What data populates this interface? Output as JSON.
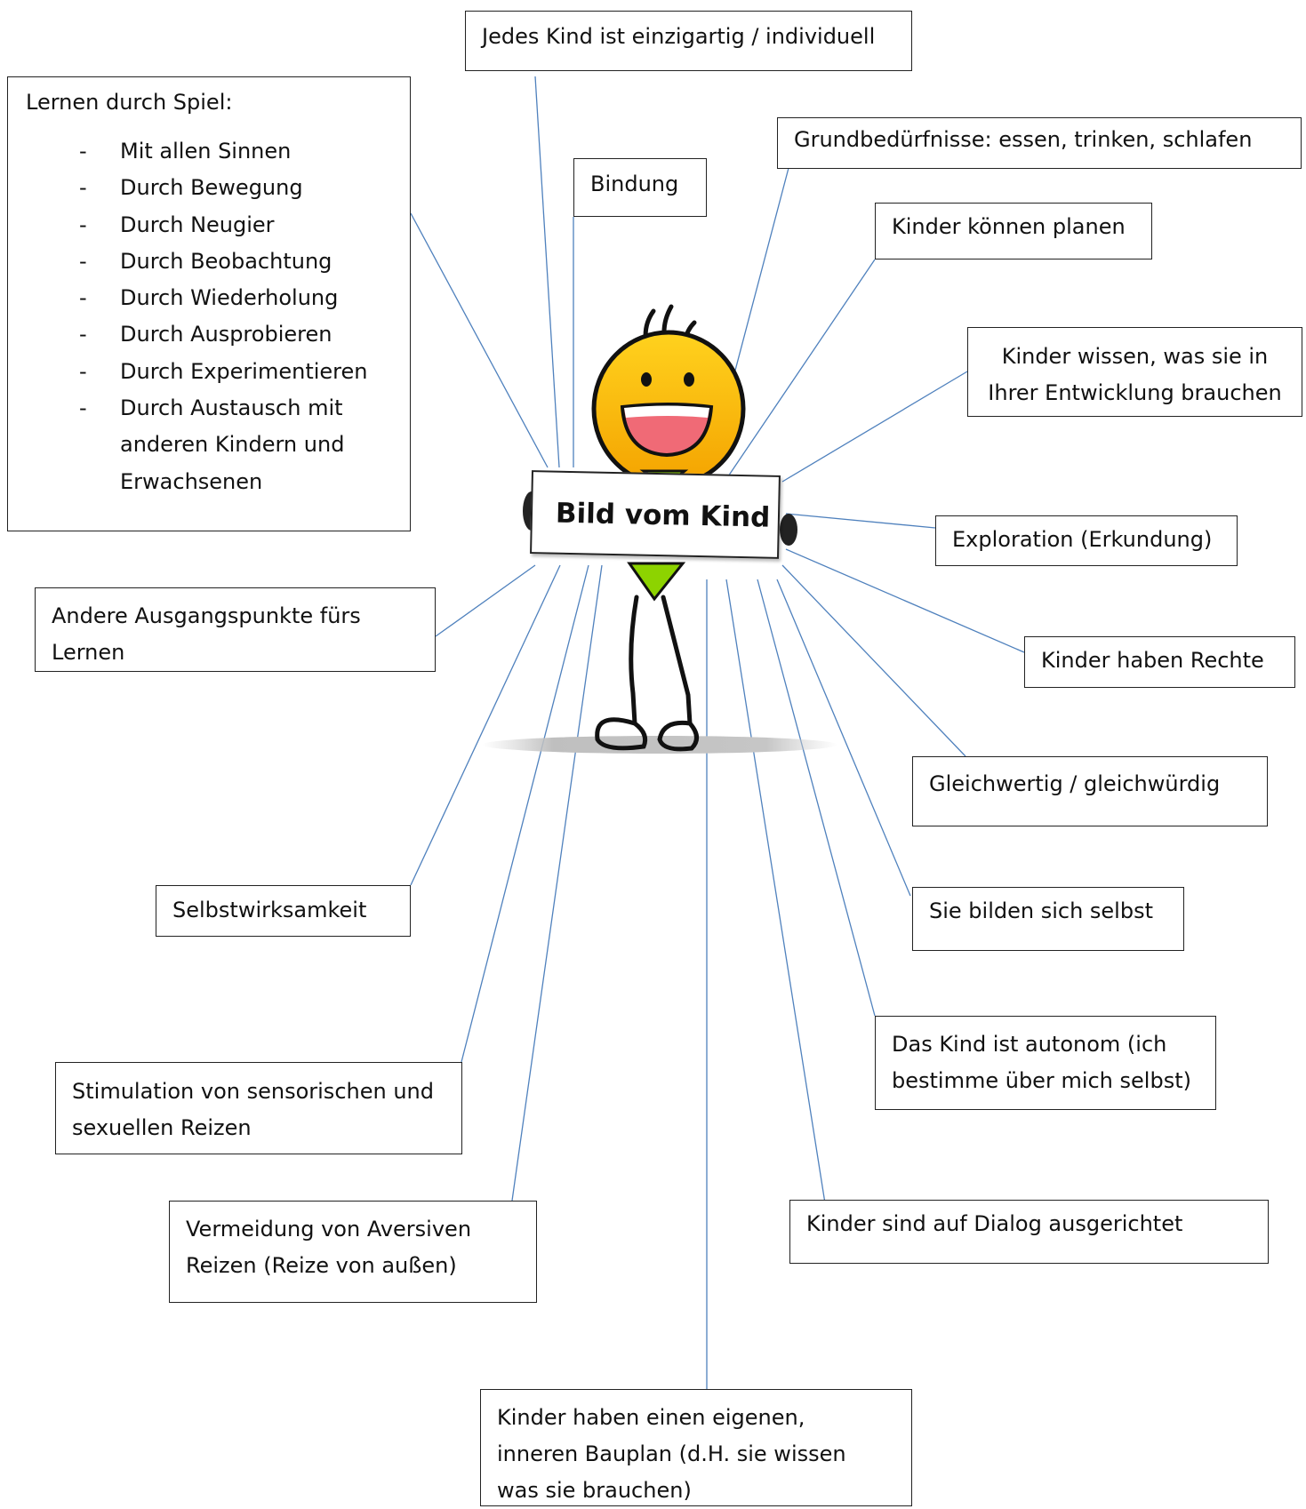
{
  "center_label": "Bild vom Kind",
  "figure_icon": "smiley-stick-figure",
  "accent_color": "#4f81bd",
  "nodes": {
    "einzigartig": "Jedes Kind ist einzigartig / individuell",
    "lernen_title": "Lernen durch Spiel:",
    "lernen_items": [
      "Mit allen Sinnen",
      "Durch Bewegung",
      "Durch Neugier",
      "Durch Beobachtung",
      "Durch Wiederholung",
      "Durch Ausprobieren",
      "Durch Experimentieren",
      "Durch Austausch mit anderen Kindern und Erwachsenen"
    ],
    "bindung": "Bindung",
    "grundbeduerfnisse": "Grundbedürfnisse: essen, trinken, schlafen",
    "planen": "Kinder können planen",
    "wissen": "Kinder wissen, was sie in Ihrer Entwicklung brauchen",
    "exploration": "Exploration (Erkundung)",
    "ausgangspunkte": "Andere Ausgangspunkte fürs Lernen",
    "rechte": "Kinder haben Rechte",
    "gleichwertig": "Gleichwertig / gleichwürdig",
    "selbstwirksamkeit": "Selbstwirksamkeit",
    "bilden": "Sie bilden sich selbst",
    "autonom": "Das Kind ist autonom (ich bestimme über mich selbst)",
    "stimulation": "Stimulation von sensorischen und sexuellen Reizen",
    "vermeidung": "Vermeidung von Aversiven Reizen (Reize von außen)",
    "dialog": "Kinder sind auf Dialog ausgerichtet",
    "bauplan": "Kinder haben einen eigenen, inneren Bauplan (d.H. sie wissen was sie brauchen)"
  }
}
